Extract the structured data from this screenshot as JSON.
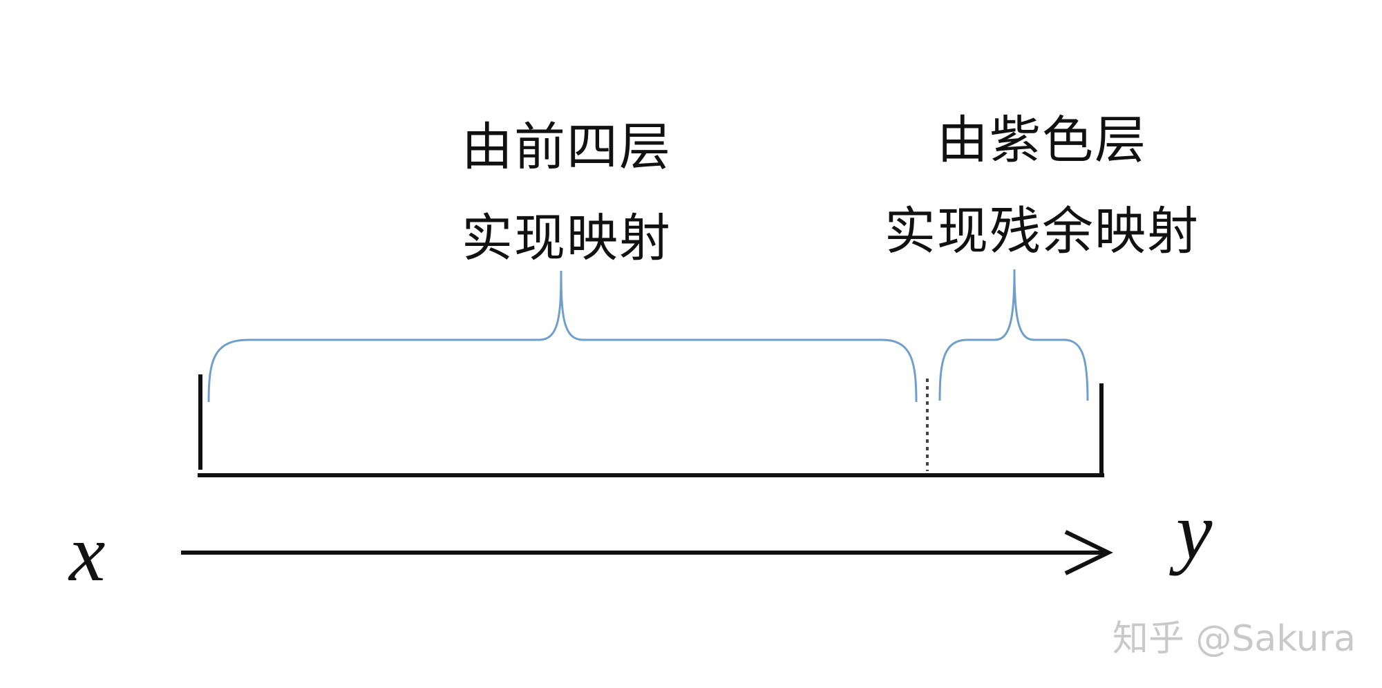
{
  "diagram": {
    "left_label": {
      "line1": "由前四层",
      "line2": "实现映射"
    },
    "right_label": {
      "line1": "由紫色层",
      "line2": "实现残余映射"
    },
    "input_var": "x",
    "output_var": "y",
    "watermark": "知乎 @Sakura",
    "colors": {
      "brace": "#6f9fca",
      "line": "#111111"
    }
  }
}
